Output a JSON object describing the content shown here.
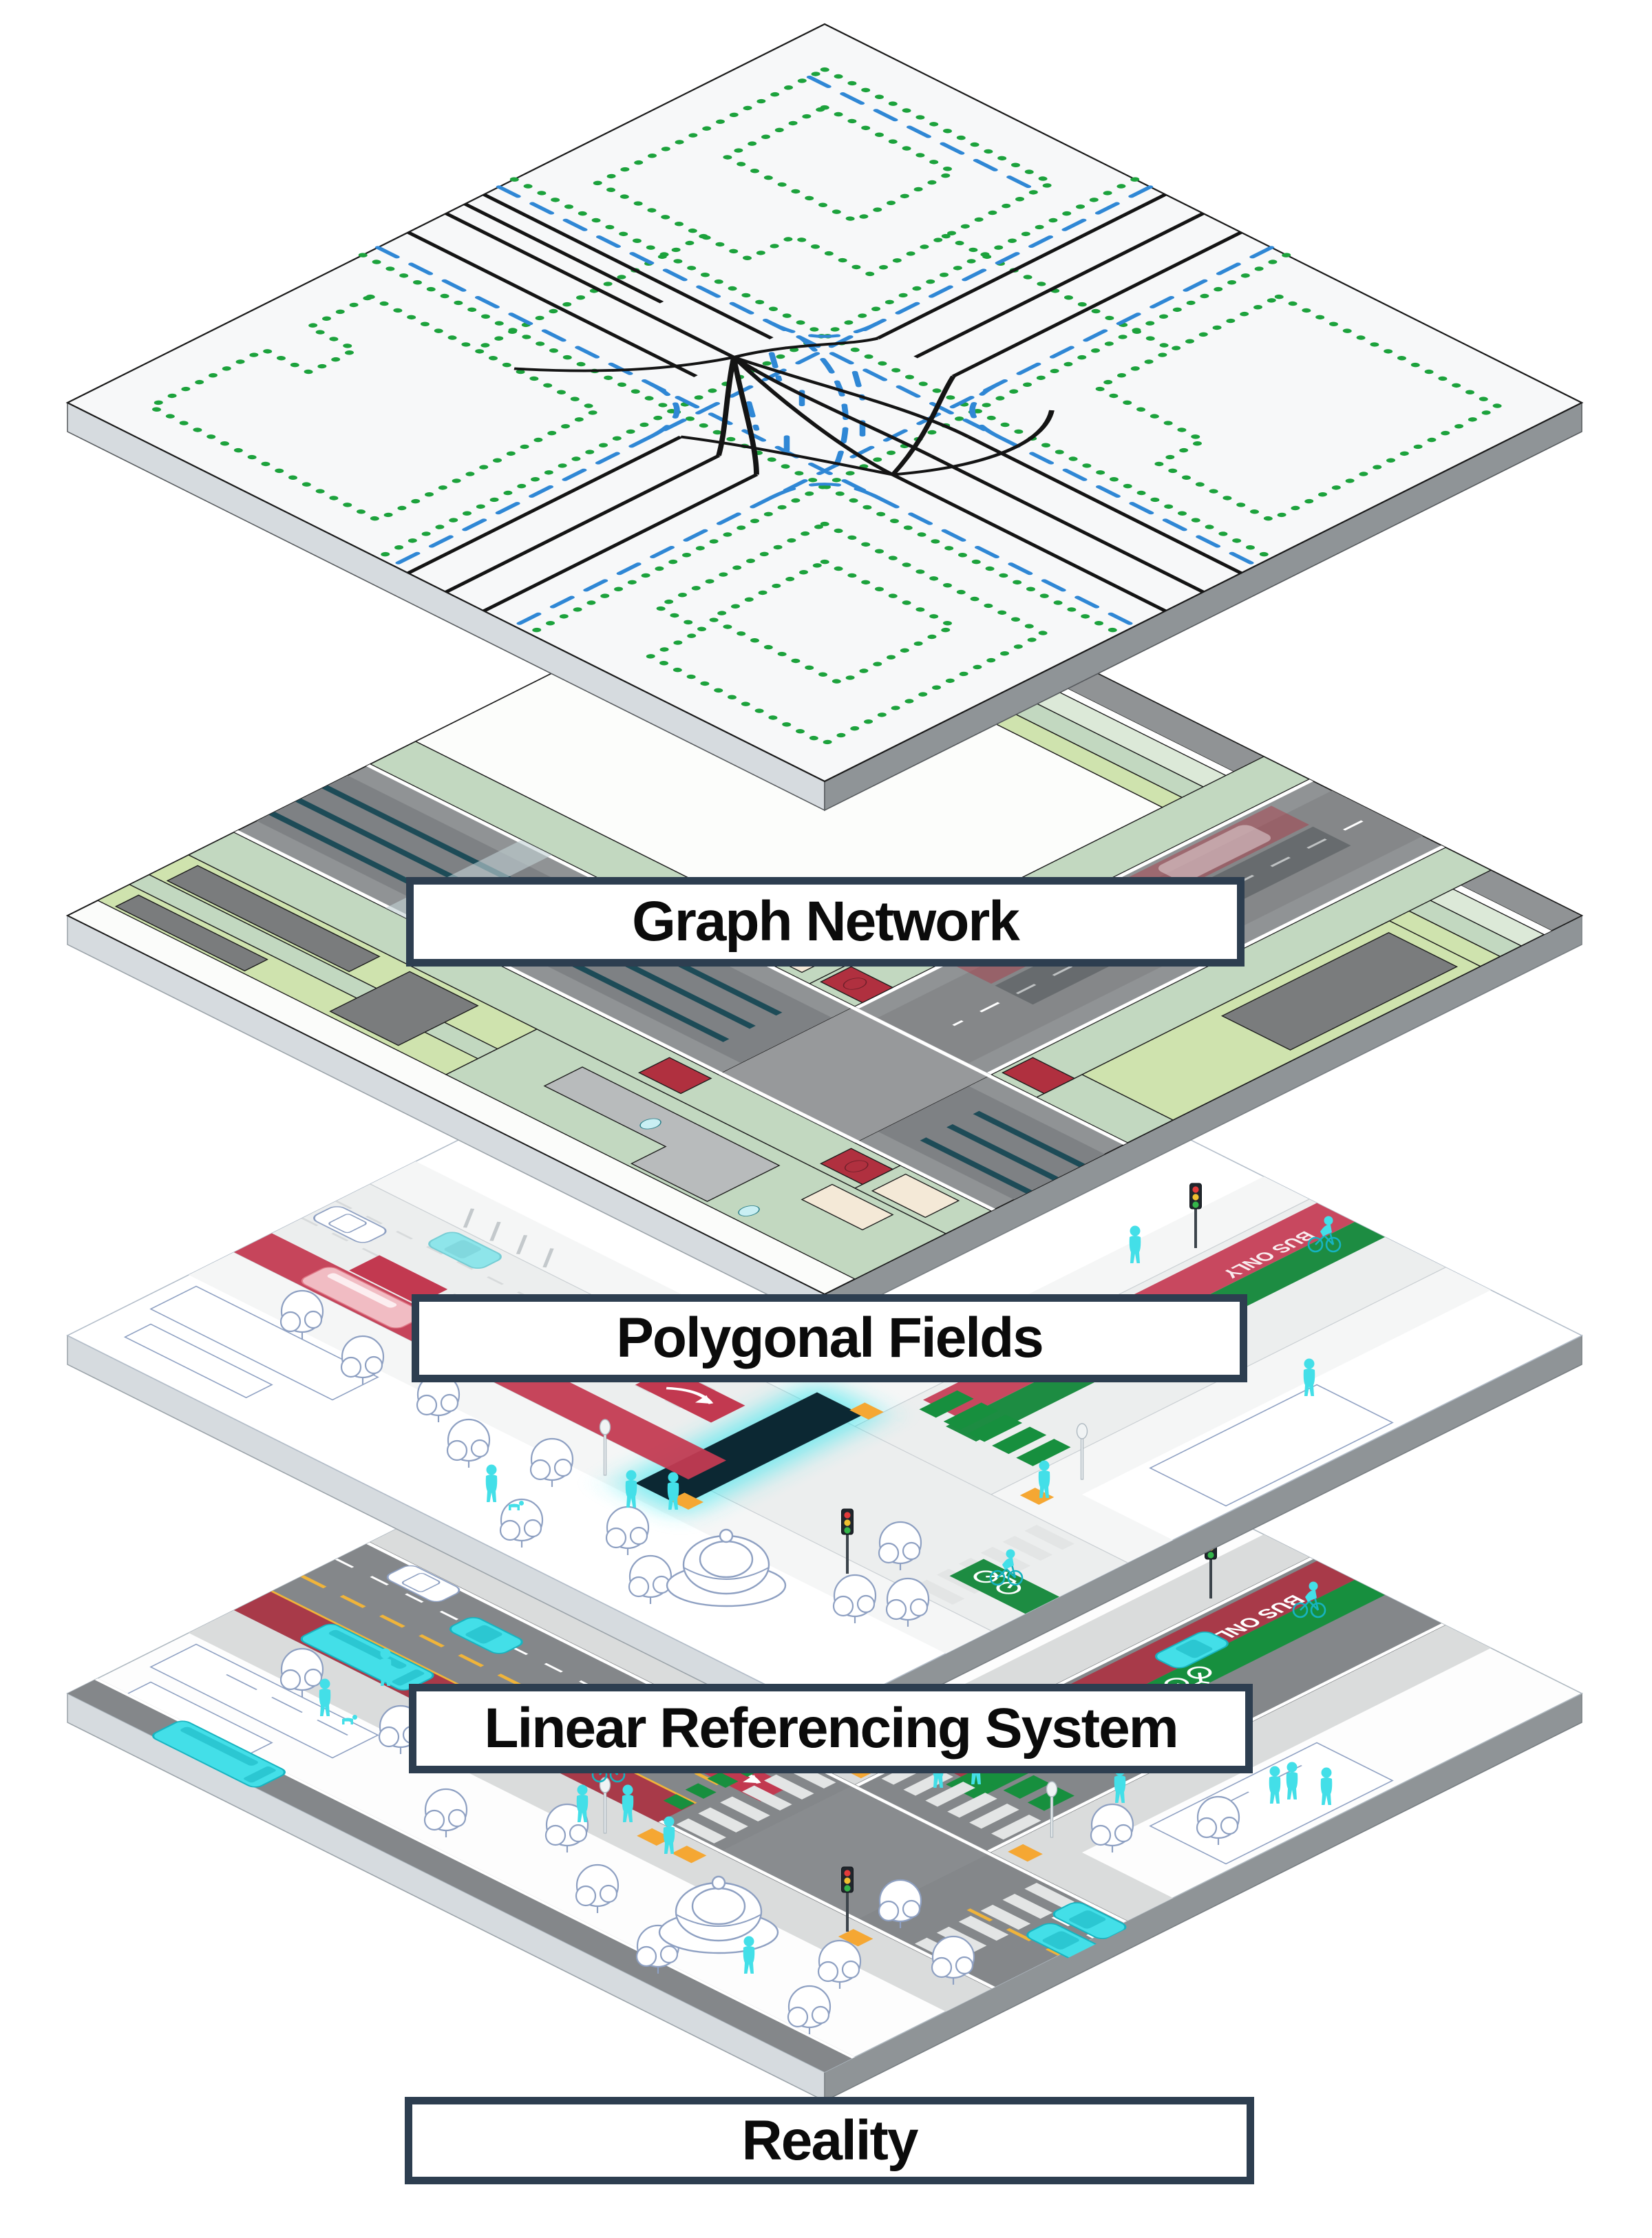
{
  "diagram": {
    "type": "layered-isometric-stack",
    "layers": [
      {
        "id": "graph-network",
        "label": "Graph Network"
      },
      {
        "id": "polygonal-fields",
        "label": "Polygonal Fields"
      },
      {
        "id": "linear-referencing-system",
        "label": "Linear Referencing System"
      },
      {
        "id": "reality",
        "label": "Reality"
      }
    ],
    "road_markings": {
      "bus_lane_text": "BUS ONLY"
    }
  },
  "colors": {
    "labelBorder": "#2d3e50",
    "netGreen": "#1ca23c",
    "netBlue": "#2f87d5",
    "netBlack": "#141414",
    "plateTop": "#f7f8f9",
    "plateSideL": "#d6dbdf",
    "plateSideR": "#8f9497",
    "sage": "#c2d8c0",
    "paleSage": "#dce9d8",
    "lawn": "#cfe3ae",
    "buildGray": "#7a7c7d",
    "roadGray": "#909395",
    "roadCore": "#7e8184",
    "laneTeal": "#1d4b57",
    "padRed": "#b0303f",
    "cream": "#f4e9d7",
    "plaza": "#b8bbbc",
    "dotCyan": "#c9eff3",
    "ghost": "#8ea0c2",
    "roadPale": "#ecEEee",
    "walkPale": "#f5f6f6",
    "navyBand": "#0c2833",
    "glowCyan": "#2ee6ee",
    "busRed": "#c43a52",
    "segRed": "#c23950",
    "laneGreen": "#1d8c42",
    "rampOrange": "#f5a733",
    "pinkBus": "#f6c9cf",
    "asphalt": "#84878a",
    "walkGray": "#dadcdc",
    "zebraWhite": "#e3e5e5",
    "centerYellow": "#f0b43a",
    "busLaneRed": "#a83a49",
    "bikeGreen": "#178f3e",
    "cyan": "#43dfe8",
    "cyanD": "#17b3c0",
    "signalRed": "#e33b3b",
    "signalYellow": "#f0c030",
    "signalGreen": "#35b54a"
  }
}
